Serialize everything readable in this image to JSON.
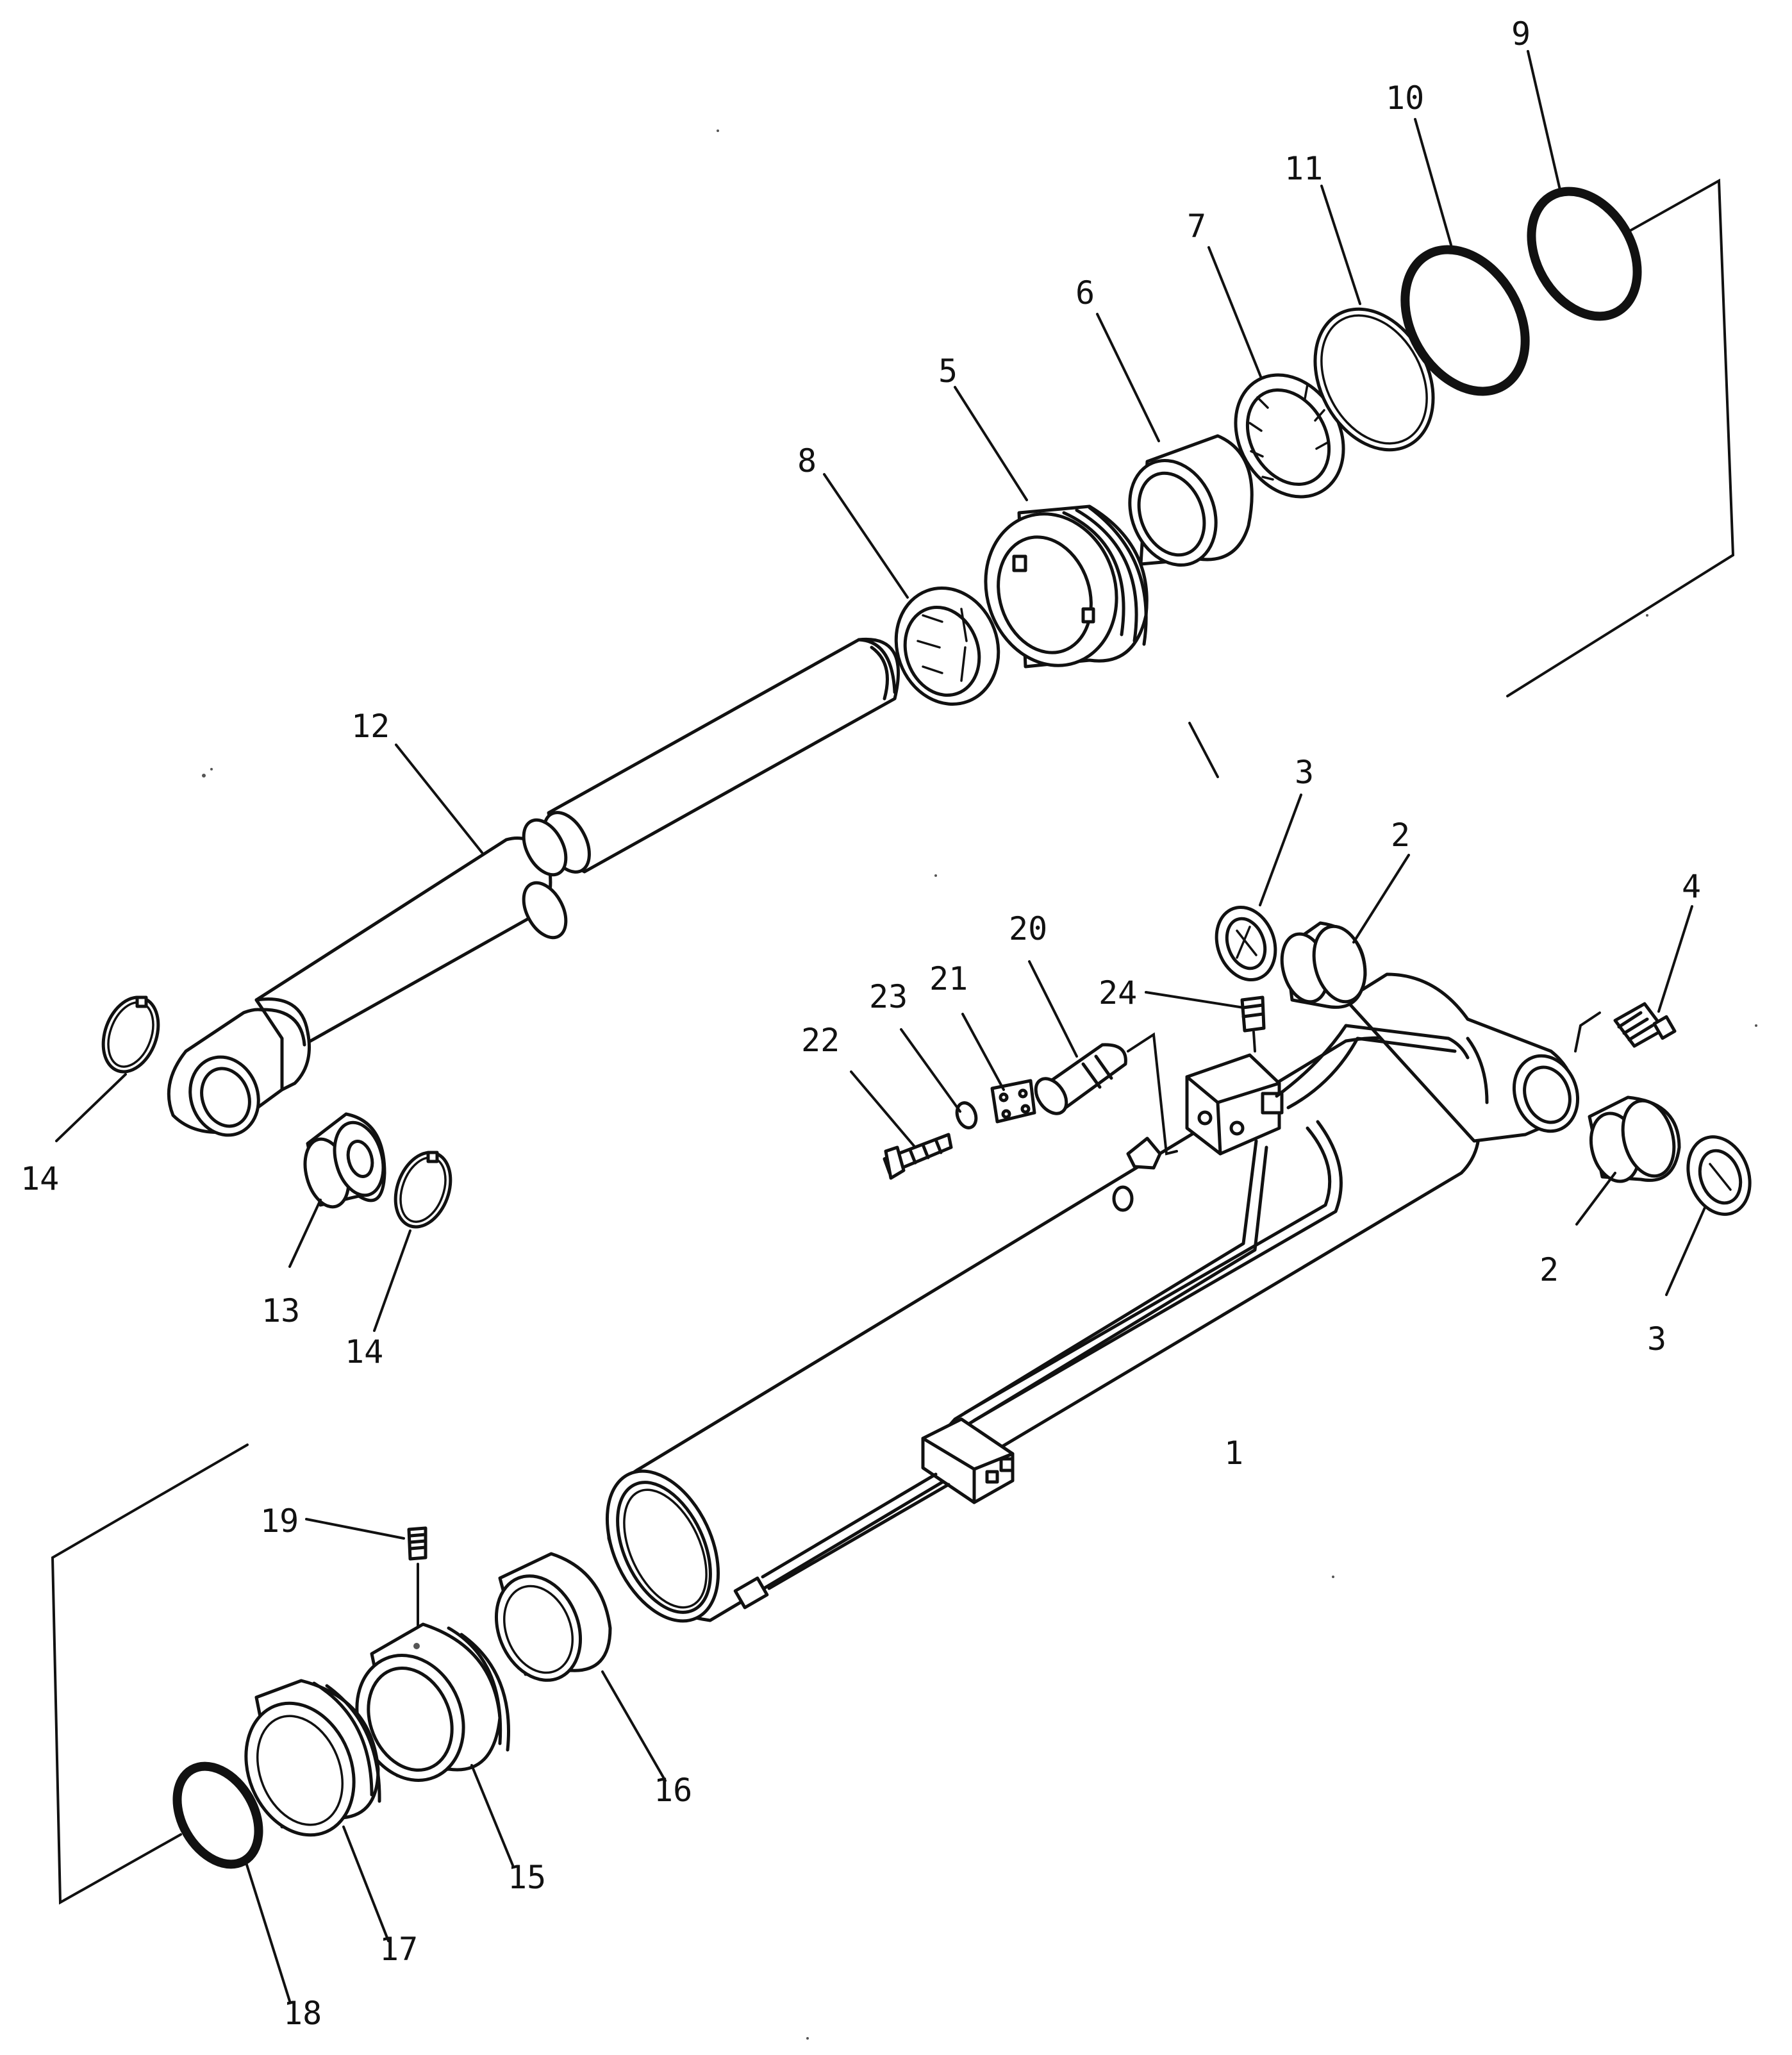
{
  "diagram": {
    "callouts": [
      {
        "id": "c1",
        "text": "1"
      },
      {
        "id": "c2a",
        "text": "2"
      },
      {
        "id": "c2b",
        "text": "2"
      },
      {
        "id": "c3a",
        "text": "3"
      },
      {
        "id": "c3b",
        "text": "3"
      },
      {
        "id": "c4",
        "text": "4"
      },
      {
        "id": "c5",
        "text": "5"
      },
      {
        "id": "c6",
        "text": "6"
      },
      {
        "id": "c7",
        "text": "7"
      },
      {
        "id": "c8",
        "text": "8"
      },
      {
        "id": "c9",
        "text": "9"
      },
      {
        "id": "c10",
        "text": "10"
      },
      {
        "id": "c11",
        "text": "11"
      },
      {
        "id": "c12",
        "text": "12"
      },
      {
        "id": "c13",
        "text": "13"
      },
      {
        "id": "c14a",
        "text": "14"
      },
      {
        "id": "c14b",
        "text": "14"
      },
      {
        "id": "c15",
        "text": "15"
      },
      {
        "id": "c16",
        "text": "16"
      },
      {
        "id": "c17",
        "text": "17"
      },
      {
        "id": "c18",
        "text": "18"
      },
      {
        "id": "c19",
        "text": "19"
      },
      {
        "id": "c20",
        "text": "20"
      },
      {
        "id": "c21",
        "text": "21"
      },
      {
        "id": "c22",
        "text": "22"
      },
      {
        "id": "c23",
        "text": "23"
      },
      {
        "id": "c24",
        "text": "24"
      }
    ]
  }
}
